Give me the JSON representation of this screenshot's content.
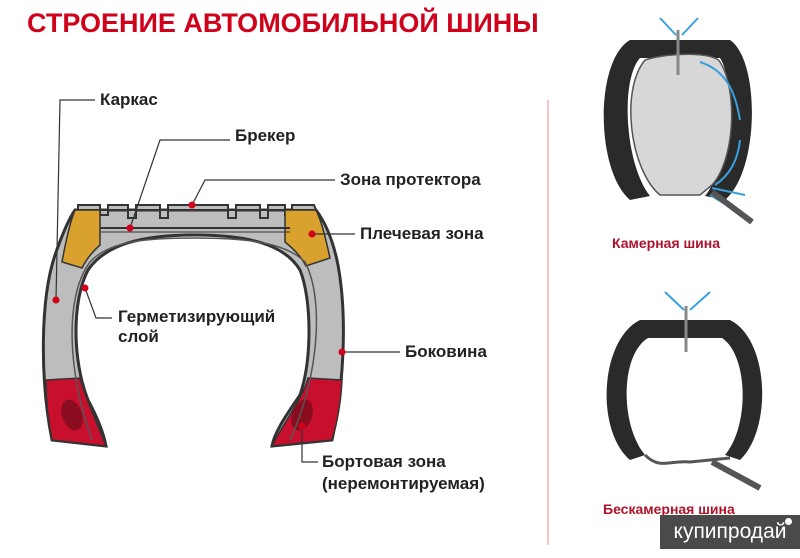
{
  "title": "СТРОЕНИЕ АВТОМОБИЛЬНОЙ ШИНЫ",
  "labels": {
    "carcass": "Каркас",
    "breaker": "Брекер",
    "tread_zone": "Зона протектора",
    "shoulder_zone": "Плечевая зона",
    "sealing_layer_1": "Герметизирующий",
    "sealing_layer_2": "слой",
    "sidewall": "Боковина",
    "bead_zone_1": "Бортовая зона",
    "bead_zone_2": "(неремонтируемая)"
  },
  "side_diagrams": {
    "tube": "Камерная шина",
    "tubeless": "Бескамерная шина"
  },
  "watermark": "купипродай",
  "colors": {
    "accent": "#d0021b",
    "shoulder": "#d9a12e",
    "bead": "#c8102e",
    "rubber": "#bcbcbc",
    "arrow": "#3aa0e0"
  }
}
